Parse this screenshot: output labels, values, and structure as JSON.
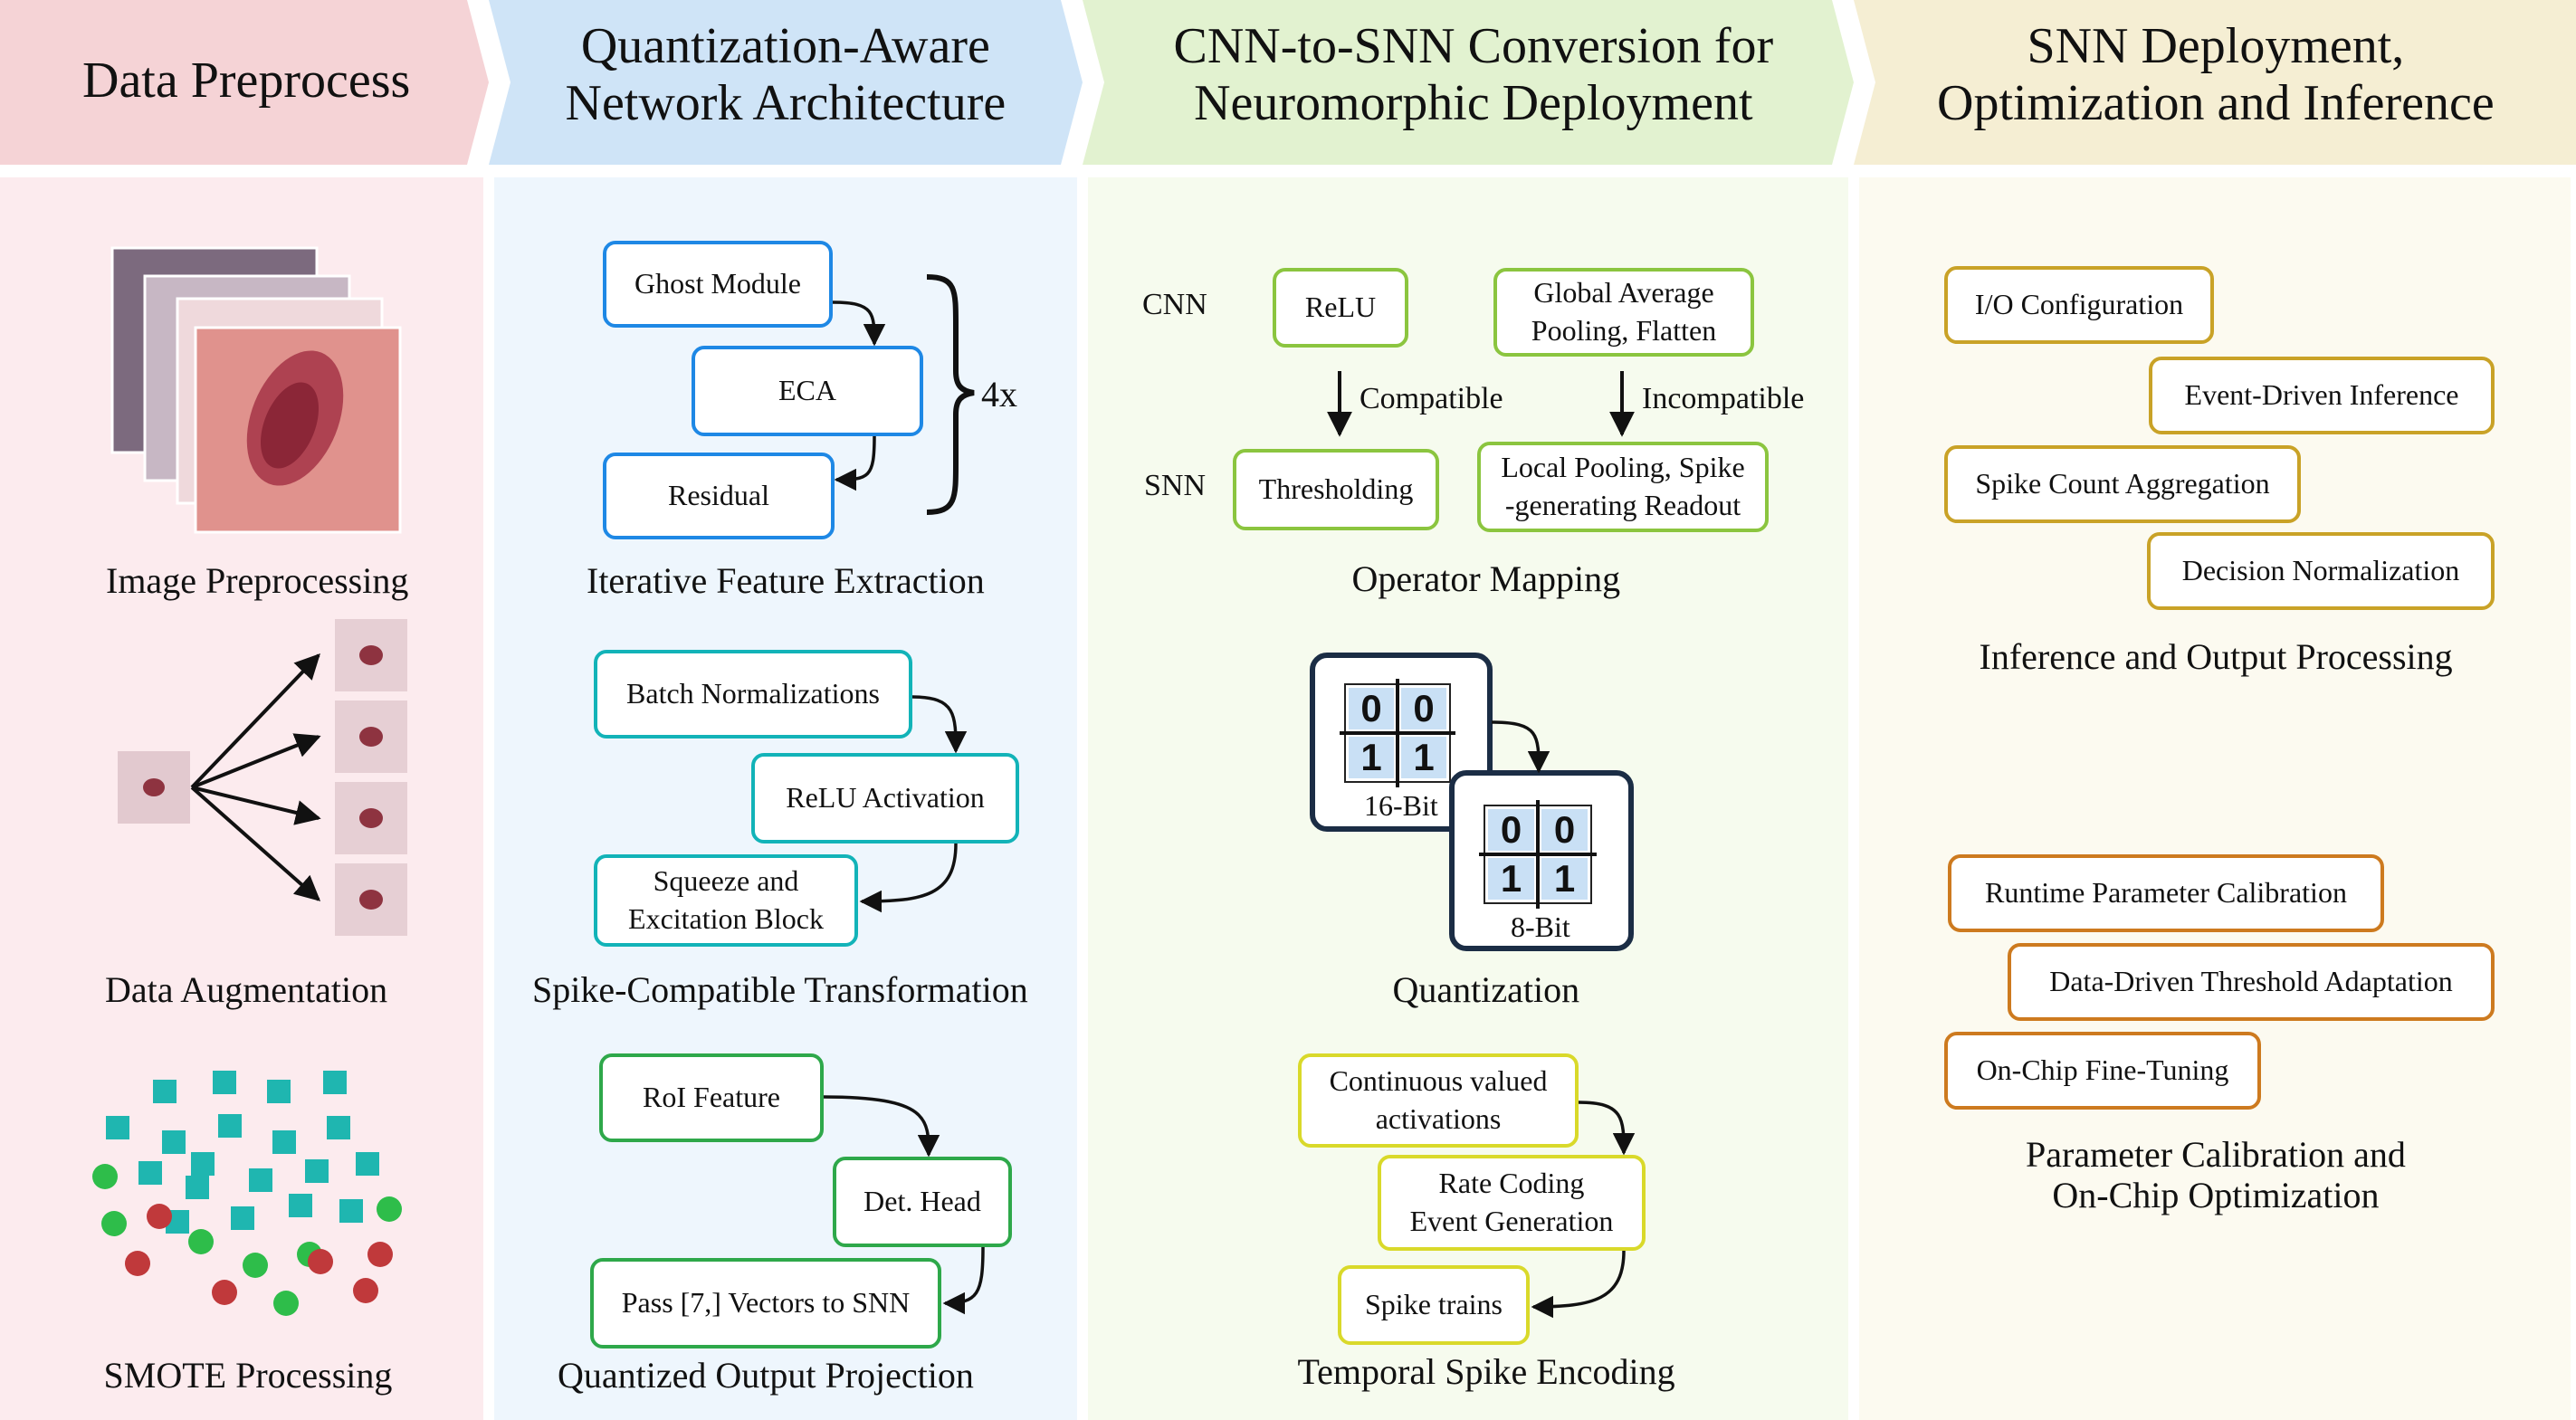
{
  "columns": [
    {
      "header": [
        "Data Preprocess"
      ],
      "captions": [
        "Image Preprocessing",
        "Data Augmentation",
        "SMOTE Processing"
      ]
    },
    {
      "header": [
        "Quantization-Aware",
        "Network Architecture"
      ],
      "captions": [
        "Iterative Feature Extraction",
        "Spike-Compatible Transformation",
        "Quantized Output Projection"
      ],
      "feature_extraction": {
        "boxes": [
          "Ghost Module",
          "ECA",
          "Residual"
        ],
        "repeat": "4x"
      },
      "spike_transform": {
        "boxes": [
          "Batch Normalizations",
          "ReLU Activation",
          [
            "Squeeze and",
            "Excitation Block"
          ]
        ]
      },
      "output_projection": {
        "boxes": [
          "RoI Feature",
          "Det. Head",
          "Pass [7,] Vectors to SNN"
        ]
      }
    },
    {
      "header": [
        "CNN-to-SNN Conversion for",
        "Neuromorphic Deployment"
      ],
      "captions": [
        "Operator Mapping",
        "Quantization",
        "Temporal Spike Encoding"
      ],
      "operator_mapping": {
        "row_labels": [
          "CNN",
          "SNN"
        ],
        "cnn_boxes": [
          "ReLU",
          [
            "Global Average",
            "Pooling, Flatten"
          ]
        ],
        "arrow_labels": [
          "Compatible",
          "Incompatible"
        ],
        "snn_boxes": [
          "Thresholding",
          [
            "Local Pooling, Spike",
            "-generating Readout"
          ]
        ]
      },
      "quantization": {
        "chips": [
          {
            "label": "16-Bit",
            "bits": [
              "0",
              "0",
              "1",
              "1"
            ]
          },
          {
            "label": "8-Bit",
            "bits": [
              "0",
              "0",
              "1",
              "1"
            ]
          }
        ]
      },
      "spike_encoding": {
        "boxes": [
          [
            "Continuous valued",
            "activations"
          ],
          [
            "Rate Coding",
            "Event Generation"
          ],
          "Spike trains"
        ]
      }
    },
    {
      "header": [
        "SNN Deployment,",
        "Optimization and Inference"
      ],
      "captions": [
        [
          "Inference and Output Processing"
        ],
        [
          "Parameter Calibration and",
          "On-Chip Optimization"
        ]
      ],
      "inference_boxes": [
        "I/O Configuration",
        "Event-Driven Inference",
        "Spike Count Aggregation",
        "Decision Normalization"
      ],
      "calibration_boxes": [
        "Runtime Parameter Calibration",
        "Data-Driven Threshold Adaptation",
        "On-Chip Fine-Tuning"
      ]
    }
  ],
  "colors": {
    "col1_header": "#f5d3d6",
    "col1_body": "#fcebee",
    "col2_header": "#cfe4f7",
    "col2_body": "#eef6fd",
    "col3_header": "#e2f2d0",
    "col3_body": "#f6fbee",
    "col4_header": "#f5eed3",
    "col4_body": "#fcfaf0",
    "smote_teal": "#1fb6b0",
    "smote_green": "#2ebd4a",
    "smote_red": "#c0393b",
    "chip_fill": "#c9e0f5",
    "chip_border": "#1b2d45"
  }
}
